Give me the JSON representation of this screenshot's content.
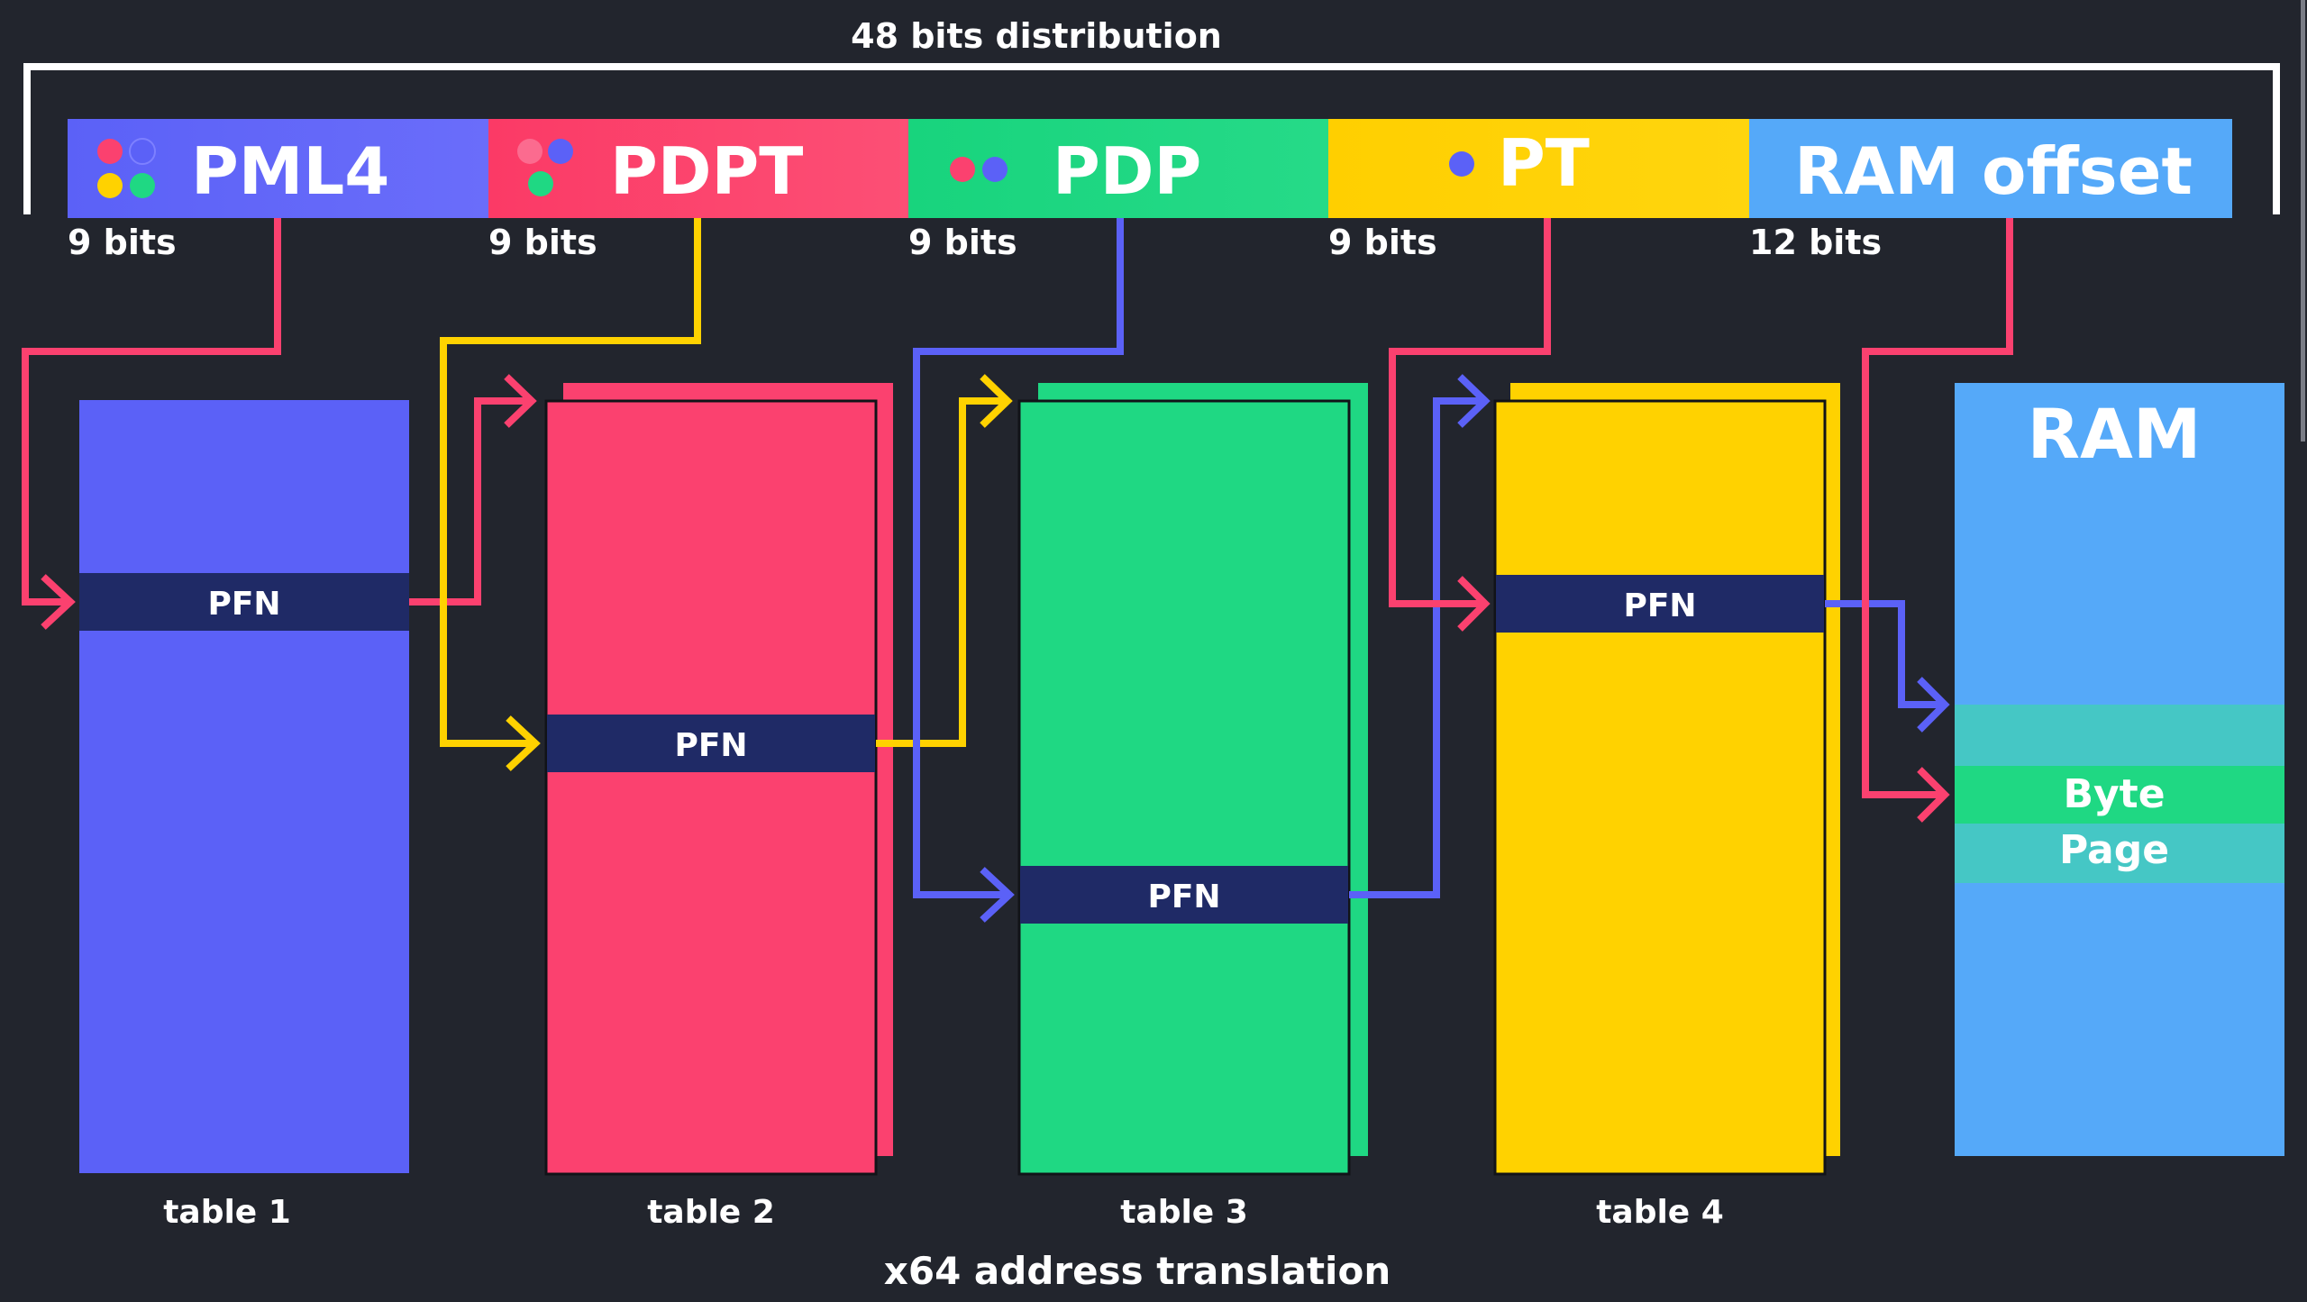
{
  "header": {
    "title": "48 bits distribution"
  },
  "segments": [
    {
      "label": "PML4",
      "bits": "9 bits",
      "color": "#5b61f7"
    },
    {
      "label": "PDPT",
      "bits": "9 bits",
      "color": "#fb416f"
    },
    {
      "label": "PDP",
      "bits": "9 bits",
      "color": "#1fd883"
    },
    {
      "label": "PT",
      "bits": "9 bits",
      "color": "#ffd200"
    },
    {
      "label": "RAM offset",
      "bits": "12 bits",
      "color": "#55a9f9"
    }
  ],
  "tables": [
    {
      "name": "table 1",
      "entry": "PFN",
      "color": "#5b61f7"
    },
    {
      "name": "table 2",
      "entry": "PFN",
      "color": "#fb416f"
    },
    {
      "name": "table 3",
      "entry": "PFN",
      "color": "#1fd883"
    },
    {
      "name": "table 4",
      "entry": "PFN",
      "color": "#ffd200"
    }
  ],
  "ram": {
    "title": "RAM",
    "page_label": "Page",
    "byte_label": "Byte",
    "color": "#55a9f9",
    "page_color": "#45c7c5",
    "byte_color": "#1fd883"
  },
  "entry_color": "#1f2a66",
  "background": "#22252d",
  "footer": {
    "caption": "x64 address translation"
  }
}
